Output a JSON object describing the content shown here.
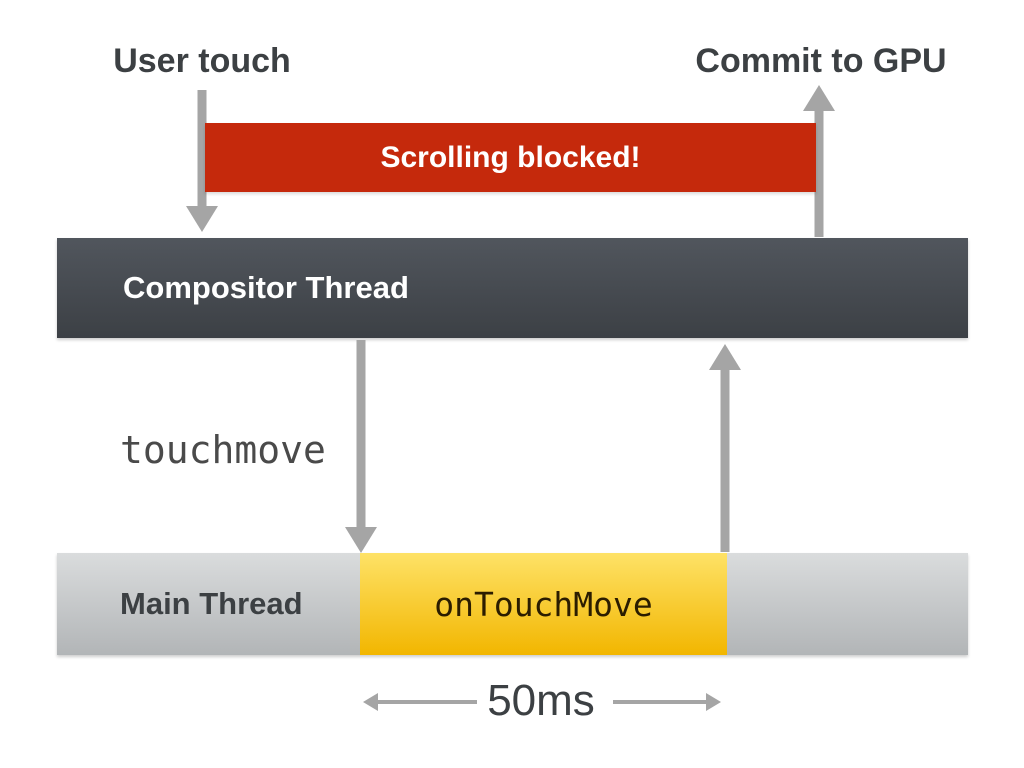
{
  "annotations": {
    "user_touch": "User touch",
    "commit_to_gpu": "Commit to GPU",
    "event_name": "touchmove",
    "duration": "50ms"
  },
  "banner": {
    "text": "Scrolling blocked!",
    "color": "#c5290c",
    "text_color": "#ffffff"
  },
  "threads": {
    "compositor": {
      "label": "Compositor Thread",
      "color_top": "#51565d",
      "color_bottom": "#3c4045",
      "text_color": "#ffffff"
    },
    "main": {
      "label": "Main Thread",
      "color_top": "#dadcdd",
      "color_bottom": "#b2b5b7",
      "text_color": "#3c4043",
      "task": {
        "label": "onTouchMove",
        "color_top": "#fee267",
        "color_bottom": "#f2b600",
        "text_color": "#2b1d00"
      }
    }
  },
  "colors": {
    "background": "#ffffff",
    "heading_text": "#3c4043",
    "arrow_gray": "#a5a5a5"
  }
}
